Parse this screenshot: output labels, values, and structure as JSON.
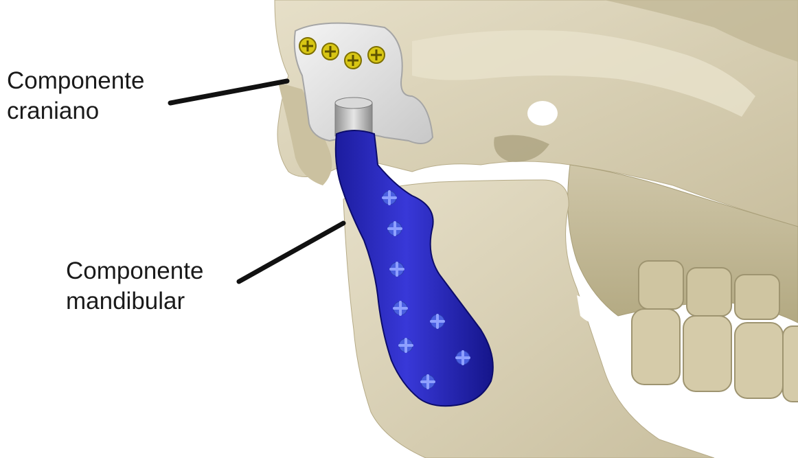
{
  "labels": {
    "cranial_line1": "Componente",
    "cranial_line2": "craniano",
    "mandibular_line1": "Componente",
    "mandibular_line2": "mandibular"
  },
  "colors": {
    "background": "#ffffff",
    "bone": "#d8cfb4",
    "cranial_component": "#e2e2e2",
    "mandibular_component": "#2222b8",
    "cranial_screws": "#d8c614",
    "mandibular_screws": "#5b6ff0",
    "leader_lines": "#111111"
  },
  "components": {
    "cranial_screw_count": 4,
    "mandibular_screw_count": 8
  }
}
